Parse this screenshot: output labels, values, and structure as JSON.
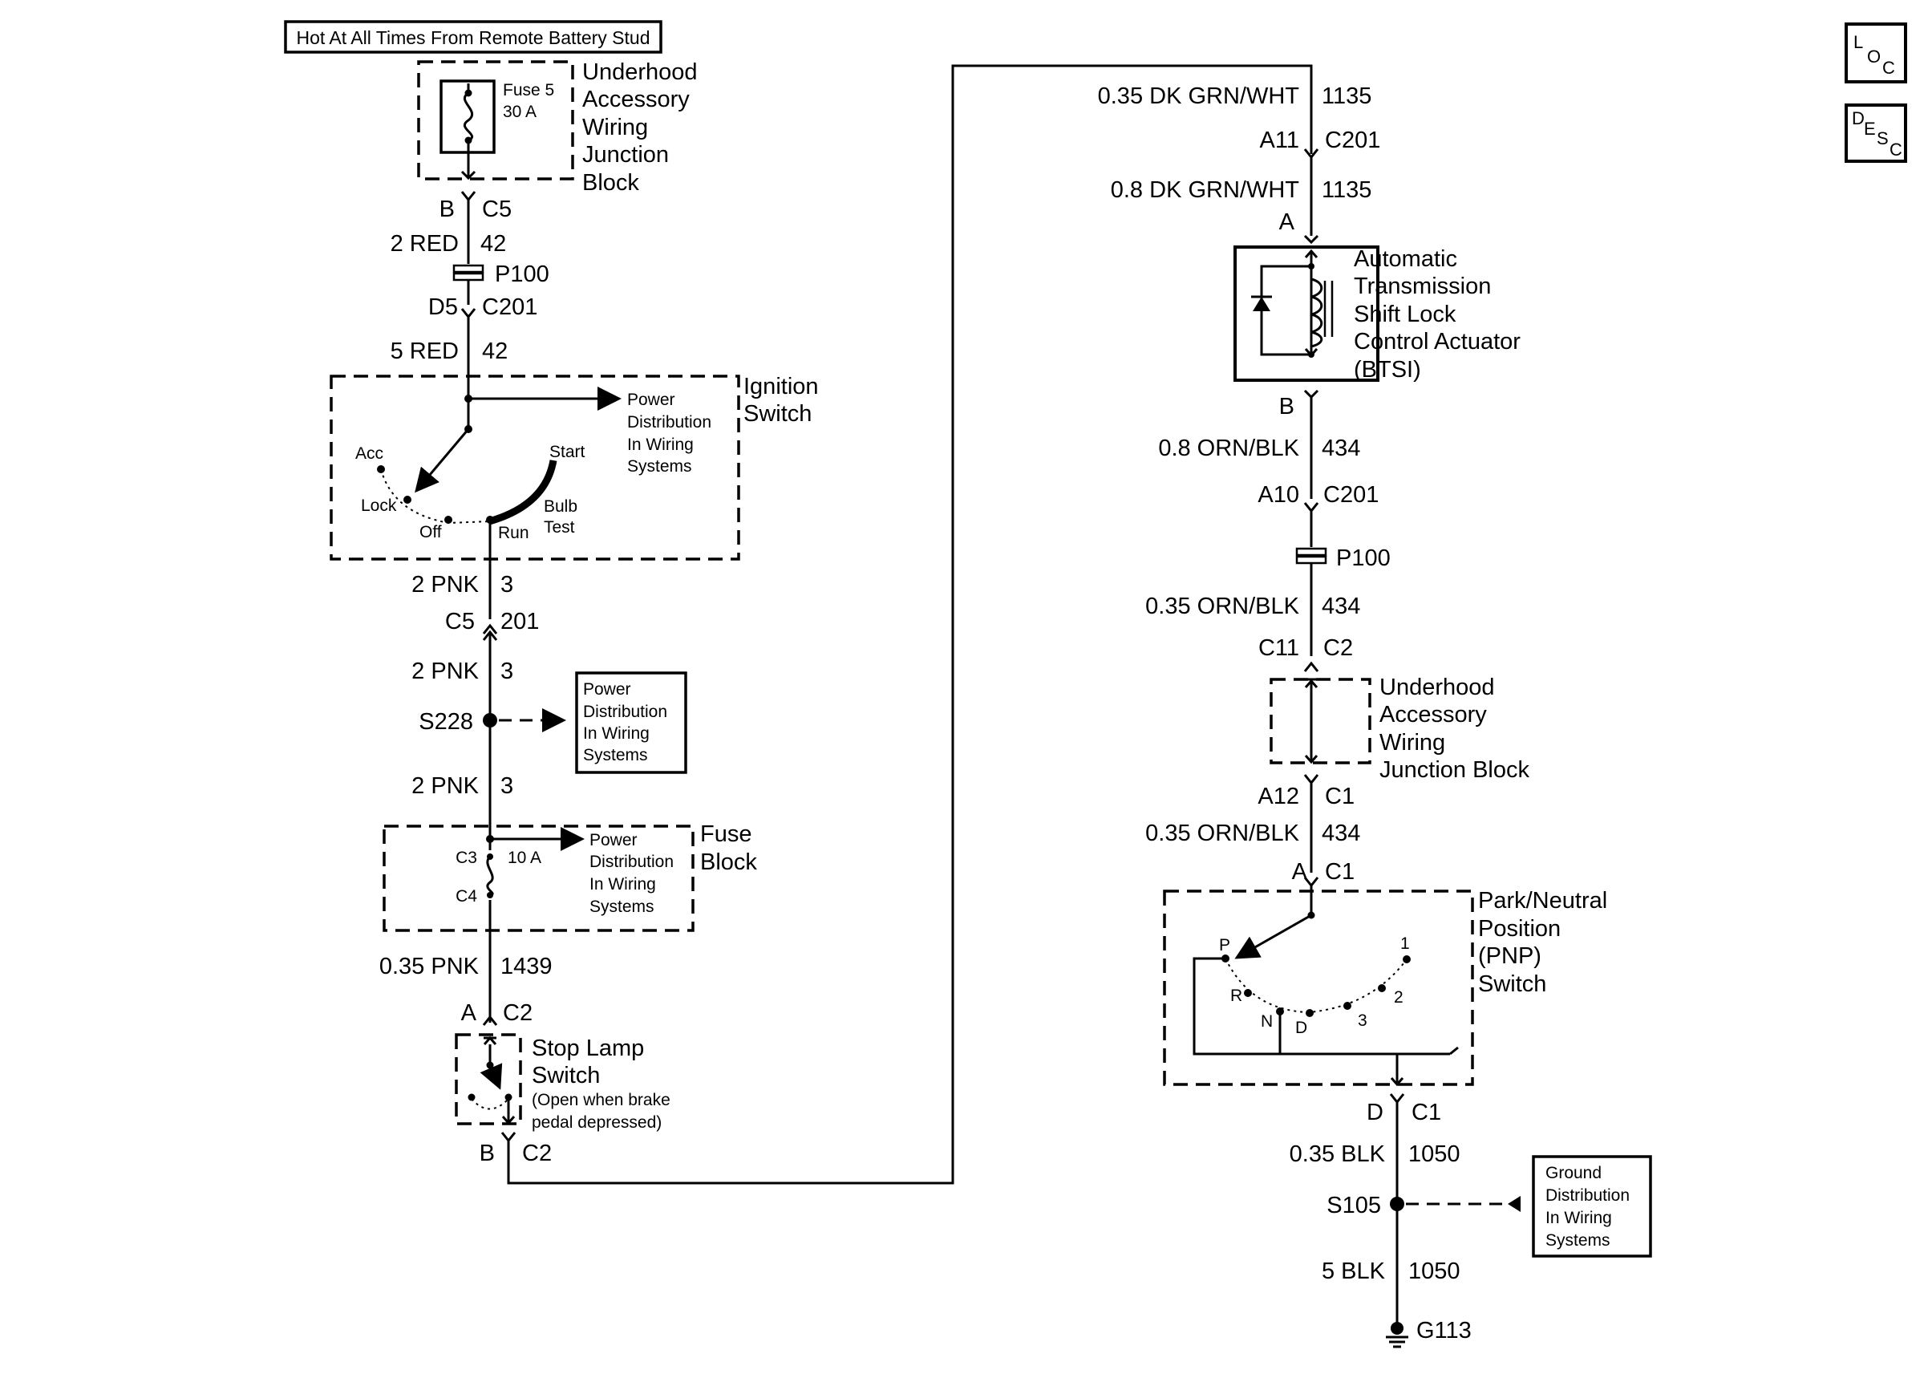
{
  "title": "Hot At All Times From Remote Battery Stud",
  "icons": {
    "loc": [
      "L",
      "O",
      "C"
    ],
    "desc": [
      "D",
      "E",
      "S",
      "C"
    ]
  },
  "left": {
    "uajb_label": [
      "Underhood",
      "Accessory",
      "Wiring",
      "Junction",
      "Block"
    ],
    "fuse5": [
      "Fuse 5",
      "30 A"
    ],
    "conn_b_c5": [
      "B",
      "C5"
    ],
    "wire_2red": [
      "2 RED",
      "42"
    ],
    "p100": "P100",
    "conn_d5_c201": [
      "D5",
      "C201"
    ],
    "wire_5red": [
      "5 RED",
      "42"
    ],
    "ignition_label": [
      "Ignition",
      "Switch"
    ],
    "ign_power": [
      "Power",
      "Distribution",
      "In Wiring",
      "Systems"
    ],
    "ign_positions": {
      "acc": "Acc",
      "lock": "Lock",
      "off": "Off",
      "run": "Run",
      "start": "Start",
      "bulb": [
        "Bulb",
        "Test"
      ]
    },
    "wire_2pnk_a": [
      "2 PNK",
      "3"
    ],
    "conn_c5_201": [
      "C5",
      "201"
    ],
    "wire_2pnk_b": [
      "2 PNK",
      "3"
    ],
    "s228": "S228",
    "s228_power": [
      "Power",
      "Distribution",
      "In Wiring",
      "Systems"
    ],
    "wire_2pnk_c": [
      "2 PNK",
      "3"
    ],
    "fuse_block_label": [
      "Fuse",
      "Block"
    ],
    "fuse_block": {
      "c3": "C3",
      "c4": "C4",
      "amp": "10 A"
    },
    "fb_power": [
      "Power",
      "Distribution",
      "In Wiring",
      "Systems"
    ],
    "wire_035pnk": [
      "0.35 PNK",
      "1439"
    ],
    "conn_a_c2": [
      "A",
      "C2"
    ],
    "stop_lamp": [
      "Stop Lamp",
      "Switch",
      "(Open when brake",
      "pedal depressed)"
    ],
    "conn_b_c2": [
      "B",
      "C2"
    ]
  },
  "right": {
    "wire_dkgrn_a": [
      "0.35 DK GRN/WHT",
      "1135"
    ],
    "conn_a11_c201": [
      "A11",
      "C201"
    ],
    "wire_dkgrn_b": [
      "0.8 DK GRN/WHT",
      "1135"
    ],
    "conn_a": "A",
    "btsi_label": [
      "Automatic",
      "Transmission",
      "Shift Lock",
      "Control Actuator",
      "(BTSI)"
    ],
    "conn_b": "B",
    "wire_orn_a": [
      "0.8 ORN/BLK",
      "434"
    ],
    "conn_a10_c201": [
      "A10",
      "C201"
    ],
    "p100": "P100",
    "wire_orn_b": [
      "0.35 ORN/BLK",
      "434"
    ],
    "conn_c11_c2": [
      "C11",
      "C2"
    ],
    "uajb_label": [
      "Underhood",
      "Accessory",
      "Wiring",
      "Junction Block"
    ],
    "conn_a12_c1": [
      "A12",
      "C1"
    ],
    "wire_orn_c": [
      "0.35 ORN/BLK",
      "434"
    ],
    "conn_a_c1": [
      "A",
      "C1"
    ],
    "pnp_label": [
      "Park/Neutral",
      "Position",
      "(PNP)",
      "Switch"
    ],
    "pnp_positions": {
      "p": "P",
      "r": "R",
      "n": "N",
      "d": "D",
      "three": "3",
      "two": "2",
      "one": "1"
    },
    "conn_d_c1": [
      "D",
      "C1"
    ],
    "wire_blk_a": [
      "0.35 BLK",
      "1050"
    ],
    "s105": "S105",
    "ground_dist": [
      "Ground",
      "Distribution",
      "In Wiring",
      "Systems"
    ],
    "wire_blk_b": [
      "5 BLK",
      "1050"
    ],
    "g113": "G113"
  }
}
